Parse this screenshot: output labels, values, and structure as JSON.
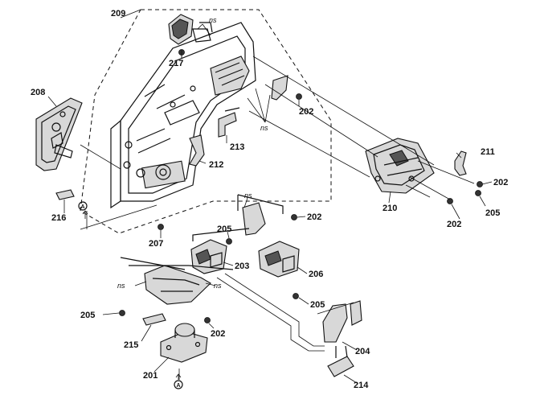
{
  "labels": {
    "p209": "209",
    "p208": "208",
    "p217": "217",
    "p202a": "202",
    "p213": "213",
    "p212": "212",
    "p216": "216",
    "p207": "207",
    "p211": "211",
    "p202b": "202",
    "p210": "210",
    "p202c": "202",
    "p205a": "205",
    "p202d": "202",
    "p205b": "205",
    "p203": "203",
    "p206": "206",
    "p205c": "205",
    "p205d": "205",
    "p202e": "202",
    "p215": "215",
    "p201": "201",
    "p204": "204",
    "p214": "214"
  },
  "ns_notes": {
    "ns1": "ns",
    "ns2": "ns",
    "ns3": "ns",
    "ns4": "ns",
    "ns5": "ns"
  },
  "ref_marks": {
    "a1": "A",
    "a2": "A"
  }
}
